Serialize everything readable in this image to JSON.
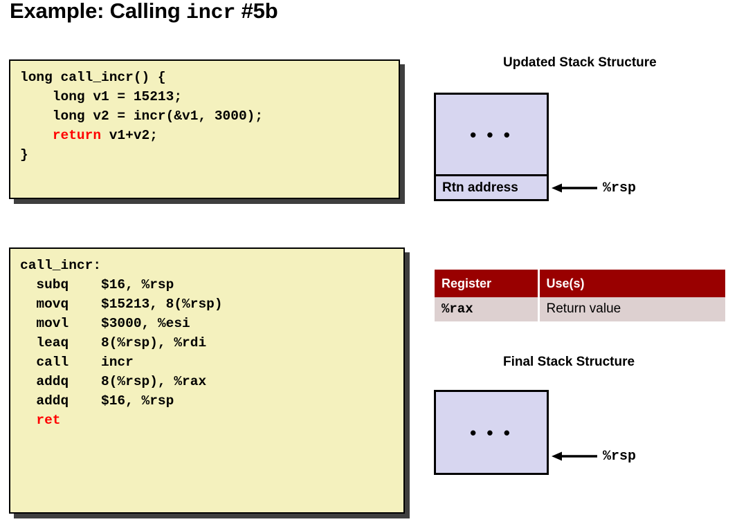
{
  "slide": {
    "title_prefix": "Example: Calling ",
    "title_mono": "incr",
    "title_suffix": " #5b"
  },
  "c_code": {
    "name": "call_incr-c-source",
    "lines_before_return": "long call_incr() {\n    long v1 = 15213;\n    long v2 = incr(&v1, 3000);\n    ",
    "return_keyword": "return",
    "lines_after_return": " v1+v2;\n}",
    "full_text": "long call_incr() {\n    long v1 = 15213;\n    long v2 = incr(&v1, 3000);\n    return v1+v2;\n}"
  },
  "asm_code": {
    "name": "call_incr-assembly",
    "lines_before_ret": "call_incr:\n  subq    $16, %rsp\n  movq    $15213, 8(%rsp)\n  movl    $3000, %esi\n  leaq    8(%rsp), %rdi\n  call    incr\n  addq    8(%rsp), %rax\n  addq    $16, %rsp\n  ",
    "ret_keyword": "ret",
    "full_text": "call_incr:\n  subq    $16, %rsp\n  movq    $15213, 8(%rsp)\n  movl    $3000, %esi\n  leaq    8(%rsp), %rdi\n  call    incr\n  addq    8(%rsp), %rax\n  addq    $16, %rsp\n  ret"
  },
  "updated_stack": {
    "heading": "Updated Stack Structure",
    "dots": "• • •",
    "rtn_label": "Rtn address",
    "pointer_label": "%rsp"
  },
  "final_stack": {
    "heading": "Final Stack Structure",
    "dots": "• • •",
    "pointer_label": "%rsp"
  },
  "register_table": {
    "headers": [
      "Register",
      "Use(s)"
    ],
    "rows": [
      {
        "register": "%rax",
        "use": "Return value"
      }
    ]
  },
  "colors": {
    "code_bg": "#F4F1BE",
    "code_shadow": "#3F3F3F",
    "stack_fill": "#D7D6F0",
    "table_header_bg": "#990000",
    "table_row_bg": "#DDD0D0",
    "keyword_red": "#FF0000",
    "page_bg": "#FFFFFF"
  }
}
